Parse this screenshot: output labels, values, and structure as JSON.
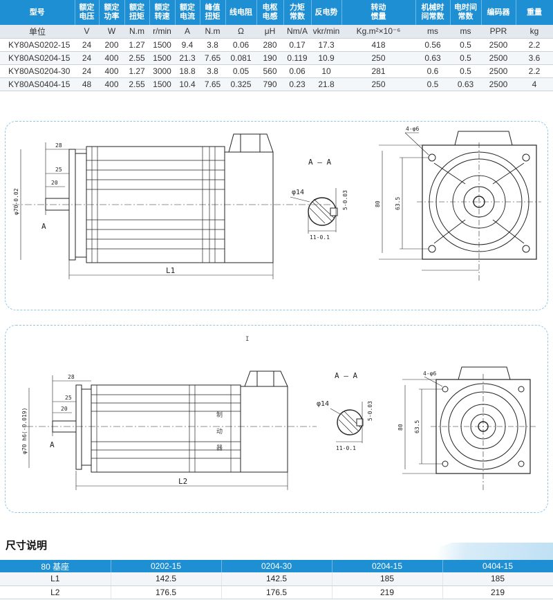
{
  "spec_table": {
    "headers": [
      "型号",
      "额定\n电压",
      "额定\n功率",
      "额定\n扭矩",
      "额定\n转速",
      "额定\n电流",
      "峰值\n扭矩",
      "线电阻",
      "电枢\n电感",
      "力矩\n常数",
      "反电势",
      "转动\n惯量",
      "机械时\n间常数",
      "电时间\n常数",
      "编码器",
      "重量"
    ],
    "units": [
      "单位",
      "V",
      "W",
      "N.m",
      "r/min",
      "A",
      "N.m",
      "Ω",
      "μH",
      "Nm/A",
      "vkr/min",
      "Kg.m²×10⁻⁶",
      "ms",
      "ms",
      "PPR",
      "kg"
    ],
    "rows": [
      [
        "KY80AS0202-15",
        "24",
        "200",
        "1.27",
        "1500",
        "9.4",
        "3.8",
        "0.06",
        "280",
        "0.17",
        "17.3",
        "418",
        "0.56",
        "0.5",
        "2500",
        "2.2"
      ],
      [
        "KY80AS0204-15",
        "24",
        "400",
        "2.55",
        "1500",
        "21.3",
        "7.65",
        "0.081",
        "190",
        "0.119",
        "10.9",
        "250",
        "0.63",
        "0.5",
        "2500",
        "3.6"
      ],
      [
        "KY80AS0204-30",
        "24",
        "400",
        "1.27",
        "3000",
        "18.8",
        "3.8",
        "0.05",
        "560",
        "0.06",
        "10",
        "281",
        "0.6",
        "0.5",
        "2500",
        "2.2"
      ],
      [
        "KY80AS0404-15",
        "48",
        "400",
        "2.55",
        "1500",
        "10.4",
        "7.65",
        "0.325",
        "790",
        "0.23",
        "21.8",
        "250",
        "0.5",
        "0.63",
        "2500",
        "4"
      ]
    ]
  },
  "drawing1": {
    "dim_28": "28",
    "dim_25": "25",
    "dim_20": "20",
    "shaft_dia": "φ70-0.02",
    "label_a": "A",
    "dim_l1": "L1",
    "section_title": "A — A",
    "key_dia": "φ14",
    "key_width": "5-0.03",
    "key_depth": "11-0.1",
    "holes": "4-φ6",
    "flange_80": "80",
    "flange_635": "63.5"
  },
  "drawing2": {
    "dim_28": "28",
    "dim_25": "25",
    "dim_20": "20",
    "shaft_dia": "φ70 h6(-0.019)",
    "label_a": "A",
    "dim_l2": "L2",
    "section_title": "A — A",
    "key_dia": "φ14",
    "key_width": "5-0.03",
    "key_depth": "11-0.1",
    "holes": "4-φ6",
    "flange_80": "80",
    "flange_635": "63.5",
    "brake_label": "制\n动\n器",
    "marker": "I"
  },
  "dimension_table": {
    "title": "尺寸说明",
    "headers": [
      "80 基座",
      "0202-15",
      "0204-30",
      "0204-15",
      "0404-15"
    ],
    "rows": [
      [
        "L1",
        "142.5",
        "142.5",
        "185",
        "185"
      ],
      [
        "L2",
        "176.5",
        "176.5",
        "219",
        "219"
      ]
    ]
  }
}
